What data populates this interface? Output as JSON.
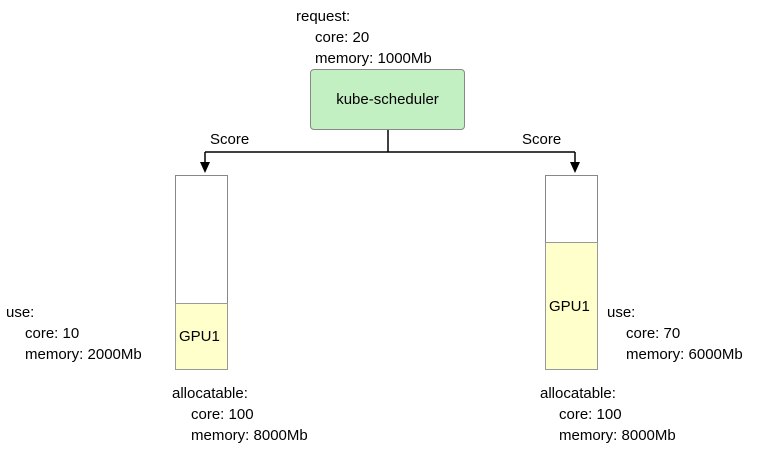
{
  "request_block": {
    "title": "request:",
    "lines": [
      "core: 20",
      "memory: 1000Mb"
    ]
  },
  "scheduler": {
    "label": "kube-scheduler"
  },
  "edges": {
    "left_label": "Score",
    "right_label": "Score"
  },
  "left_node": {
    "gpu_label": "GPU1",
    "use": {
      "title": "use:",
      "lines": [
        "core: 10",
        "memory: 2000Mb"
      ]
    },
    "allocatable": {
      "title": "allocatable:",
      "lines": [
        "core: 100",
        "memory: 8000Mb"
      ]
    }
  },
  "right_node": {
    "gpu_label": "GPU1",
    "use": {
      "title": "use:",
      "lines": [
        "core: 70",
        "memory: 6000Mb"
      ]
    },
    "allocatable": {
      "title": "allocatable:",
      "lines": [
        "core: 100",
        "memory: 8000Mb"
      ]
    }
  },
  "colors": {
    "scheduler_fill": "#c2f0c2",
    "gpu_fill": "#ffffcc"
  }
}
